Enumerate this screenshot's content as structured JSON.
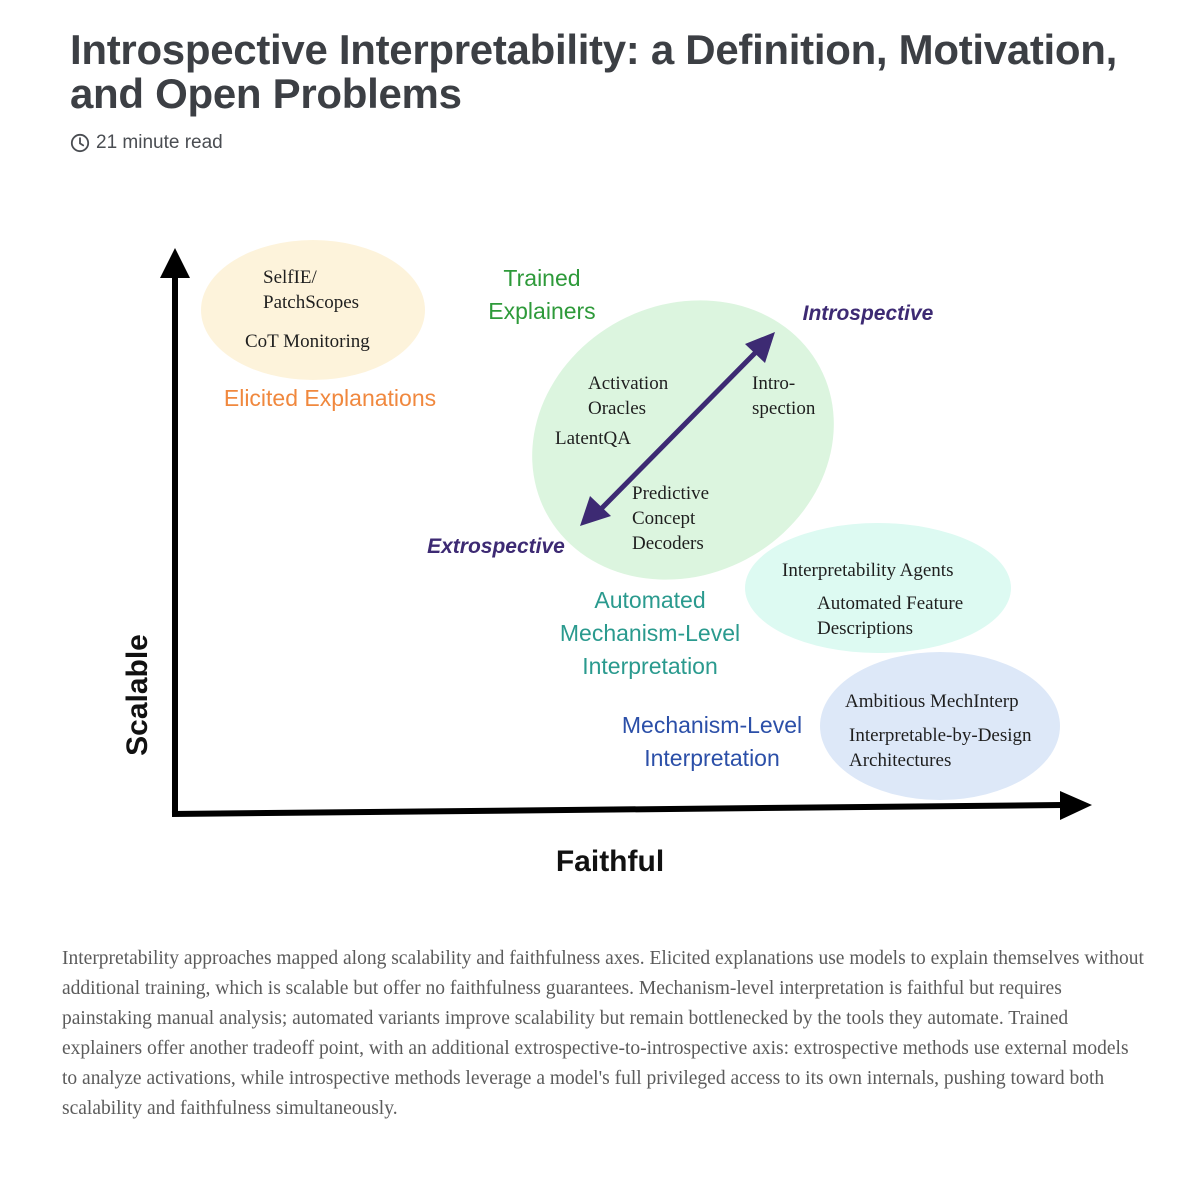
{
  "header": {
    "title": "Introspective Interpretability: a Definition, Motivation, and Open Problems",
    "read_time": "21 minute read",
    "read_time_icon": "clock-icon"
  },
  "diagram": {
    "axes": {
      "y_label": "Scalable",
      "x_label": "Faithful"
    },
    "colors": {
      "elicited": "#f0883e",
      "trained": "#2e9a3a",
      "automated": "#2a9a8e",
      "mechanism": "#2b4fa8",
      "pole": "#3d2a73",
      "elicited_fill": "#fdf3db",
      "trained_fill": "#dcf5df",
      "automated_fill": "#ddfaf2",
      "mechanism_fill": "#dde8f8"
    },
    "elicited": {
      "category": "Elicited Explanations",
      "item_1a": "SelfIE/",
      "item_1b": "PatchScopes",
      "item_2": "CoT Monitoring"
    },
    "trained": {
      "category_line1": "Trained",
      "category_line2": "Explainers",
      "item_activation_a": "Activation",
      "item_activation_b": "Oracles",
      "item_latentqa": "LatentQA",
      "item_intro_a": "Intro-",
      "item_intro_b": "spection",
      "item_pcd_a": "Predictive",
      "item_pcd_b": "Concept",
      "item_pcd_c": "Decoders",
      "pole_introspective": "Introspective",
      "pole_extrospective": "Extrospective"
    },
    "automated": {
      "category_line1": "Automated",
      "category_line2": "Mechanism-Level",
      "category_line3": "Interpretation",
      "item_agents": "Interpretability Agents",
      "item_afd_a": "Automated Feature",
      "item_afd_b": "Descriptions"
    },
    "mechanism": {
      "category_line1": "Mechanism-Level",
      "category_line2": "Interpretation",
      "item_ambitious": "Ambitious MechInterp",
      "item_ibd_a": "Interpretable-by-Design",
      "item_ibd_b": "Architectures"
    }
  },
  "caption": "Interpretability approaches mapped along scalability and faithfulness axes. Elicited explanations use models to explain themselves without additional training, which is scalable but offer no faithfulness guarantees. Mechanism-level interpretation is faithful but requires painstaking manual analysis; automated variants improve scalability but remain bottlenecked by the tools they automate. Trained explainers offer another tradeoff point, with an additional extrospective-to-introspective axis: extrospective methods use external models to analyze activations, while introspective methods leverage a model's full privileged access to its own internals, pushing toward both scalability and faithfulness simultaneously."
}
